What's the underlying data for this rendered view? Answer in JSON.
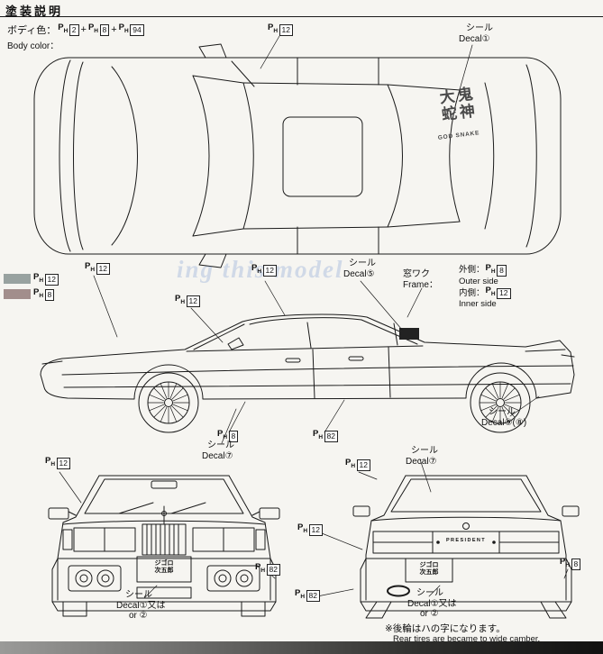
{
  "header": {
    "title": "塗装説明"
  },
  "body_color": {
    "label_jp": "ボディ色：",
    "label_en": "Body color：",
    "plus": "+"
  },
  "ph": {
    "p": "P",
    "h": "H",
    "n2": "2",
    "n8": "8",
    "n12": "12",
    "n82": "82",
    "n94": "94"
  },
  "labels": {
    "seal": "シール",
    "decal1": "Decal①",
    "decal5": "Decal⑤",
    "decal7": "Decal⑦",
    "decal9": "Decal⑨(⑧)",
    "decal1_or": "Decal①又は",
    "or2": "or ②",
    "frame_jp": "窓ワク",
    "frame_en": "Frame：",
    "outer_jp": "外側：",
    "outer_en": "Outer side",
    "inner_jp": "内側：",
    "inner_en": "Inner side"
  },
  "decal_art": {
    "kanji": "鬼神大蛇",
    "english": "GOD SNAKE"
  },
  "car_text": {
    "president": "PRESIDENT",
    "plate_line1": "ジゴロ",
    "plate_line2": "次五郎"
  },
  "note": {
    "jp": "※後輪はハの字になります。",
    "en": "Rear tires are became to wide camber."
  },
  "watermark": "ing this model",
  "colors": {
    "ph12_swatch": "#98a2a0",
    "ph8_swatch": "#a28e8c"
  }
}
